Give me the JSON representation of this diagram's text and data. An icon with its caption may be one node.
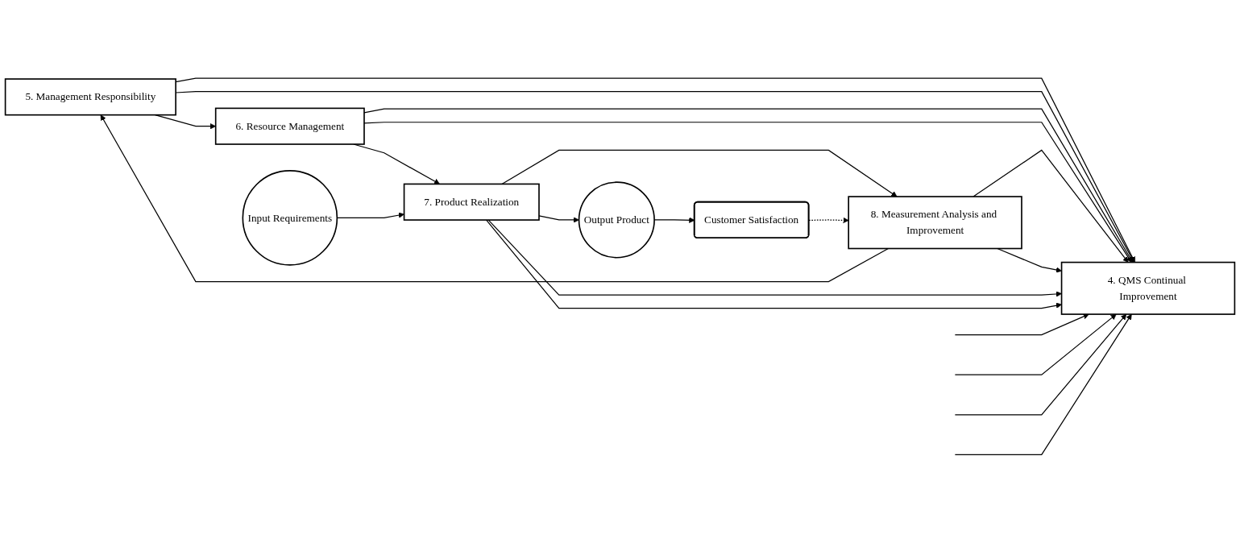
{
  "diagram": {
    "nodes": [
      {
        "text": [
          "5. Management Responsibility"
        ]
      },
      {
        "text": [
          "6. Resource Management"
        ]
      },
      {
        "text": [
          "4. QMS Continual Improvement"
        ]
      },
      {
        "text": [
          "8. Measurement Analysis and Improvement"
        ]
      },
      {
        "text": [
          "Customer Satisfaction"
        ]
      },
      {
        "text": [
          "Input Requirements"
        ]
      },
      {
        "text": [
          "7. Product Realization"
        ]
      },
      {
        "text": [
          "Output Product"
        ]
      }
    ],
    "edges": [
      {
        "from": 0,
        "to": 1,
        "arrow": "to"
      },
      {
        "from": 1,
        "to": 6,
        "arrow": "to"
      },
      {
        "from": 6,
        "to": 3,
        "arrow": "to"
      },
      {
        "from": 3,
        "to": 0,
        "arrow": "to"
      },
      {
        "from": 4,
        "to": 3,
        "arrow": "to",
        "style": "dashed"
      },
      {
        "from": 5,
        "to": 6,
        "arrow": "to"
      },
      {
        "from": 6,
        "to": 7,
        "arrow": "to"
      },
      {
        "from": 7,
        "to": 4,
        "arrow": "to"
      },
      {
        "from": 0,
        "to": 2,
        "arrow": "to"
      },
      {
        "from": 0,
        "to": 2,
        "arrow": "to"
      },
      {
        "from": 1,
        "to": 2,
        "arrow": "to"
      },
      {
        "from": 1,
        "to": 2,
        "arrow": "to"
      },
      {
        "from": 3,
        "to": 2,
        "arrow": "to"
      },
      {
        "from": 3,
        "to": 2,
        "arrow": "to"
      },
      {
        "from": 6,
        "to": 2,
        "arrow": "to"
      },
      {
        "from": 6,
        "to": 2,
        "arrow": "to"
      },
      {
        "from": null,
        "to": 2,
        "arrow": "to"
      },
      {
        "from": null,
        "to": 2,
        "arrow": "to"
      },
      {
        "from": null,
        "to": 2,
        "arrow": "to"
      },
      {
        "from": null,
        "to": 2,
        "arrow": "to"
      }
    ]
  }
}
